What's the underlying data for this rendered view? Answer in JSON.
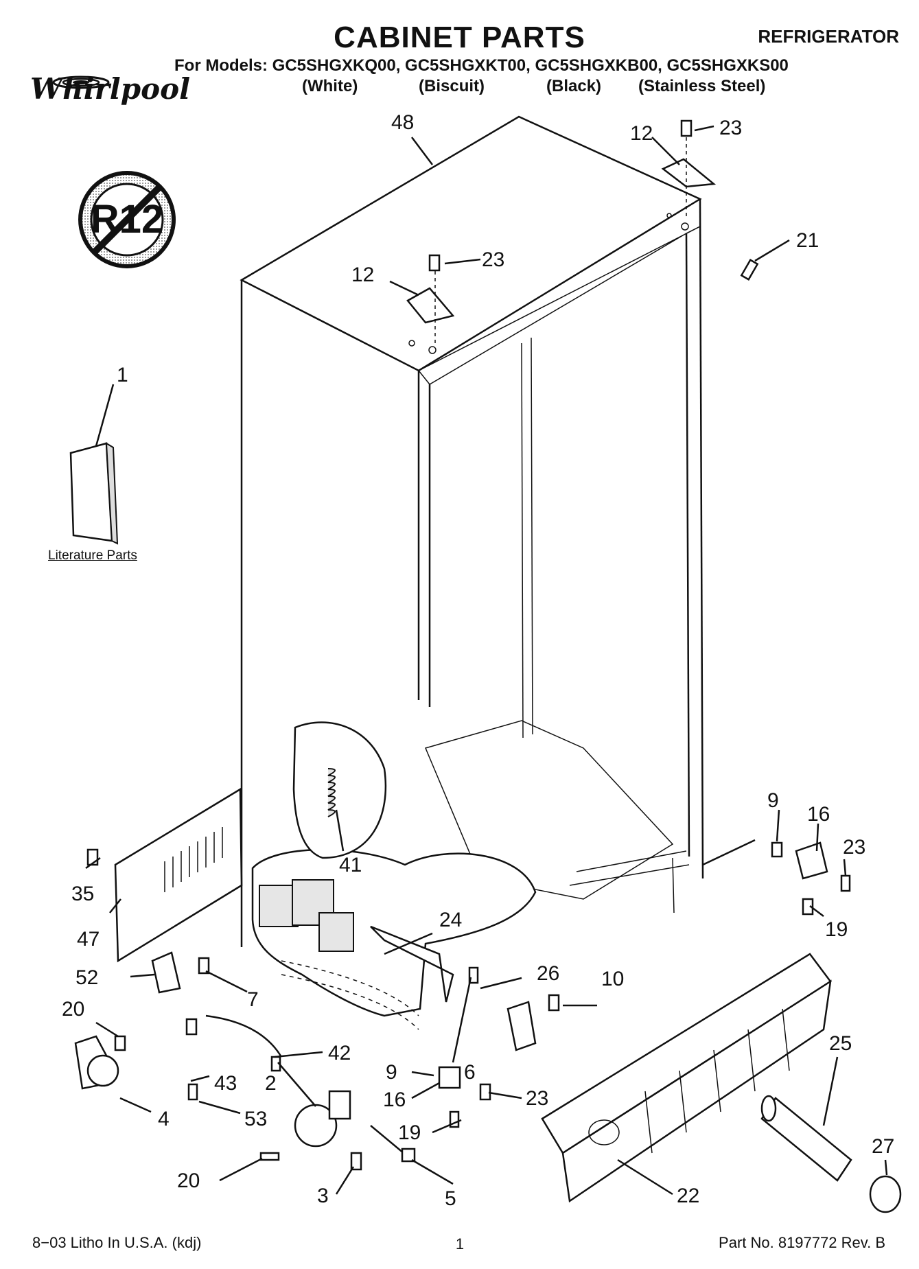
{
  "header": {
    "title": "CABINET PARTS",
    "category": "REFRIGERATOR",
    "models_label": "For Models: GC5SHGXKQ00, GC5SHGXKT00, GC5SHGXKB00, GC5SHGXKS00",
    "variants": [
      "(White)",
      "(Biscuit)",
      "(Black)",
      "(Stainless Steel)"
    ]
  },
  "brand": {
    "name": "Whirlpool",
    "no_r12_badge": "R12"
  },
  "literature_label": "Literature Parts",
  "callouts": [
    "48",
    "12",
    "23",
    "12",
    "23",
    "21",
    "1",
    "9",
    "16",
    "23",
    "41",
    "35",
    "47",
    "24",
    "19",
    "52",
    "7",
    "26",
    "10",
    "20",
    "42",
    "9",
    "6",
    "43",
    "2",
    "16",
    "23",
    "25",
    "27",
    "4",
    "53",
    "19",
    "20",
    "3",
    "5",
    "22"
  ],
  "footer": {
    "left": "8−03 Litho In U.S.A. (kdj)",
    "page": "1",
    "right": "Part No. 8197772 Rev. B"
  }
}
